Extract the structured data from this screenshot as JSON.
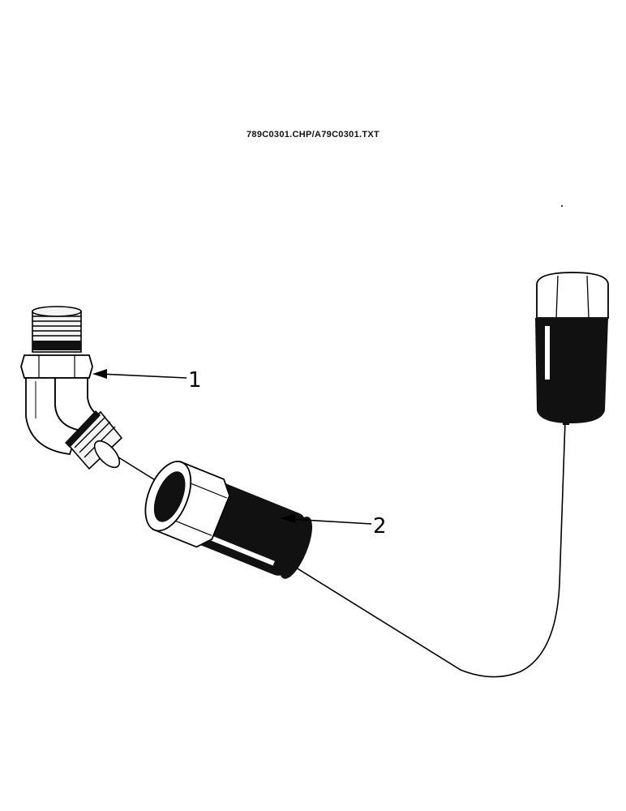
{
  "header": {
    "file_reference": "789C0301.CHP/A79C0301.TXT"
  },
  "callouts": [
    {
      "number": "1",
      "part": "elbow-fitting"
    },
    {
      "number": "2",
      "part": "hex-nut-sleeve"
    }
  ],
  "colors": {
    "ink": "#000000",
    "paper": "#ffffff",
    "part_fill_dark": "#111111",
    "part_fill_light": "#f2f2f2"
  }
}
